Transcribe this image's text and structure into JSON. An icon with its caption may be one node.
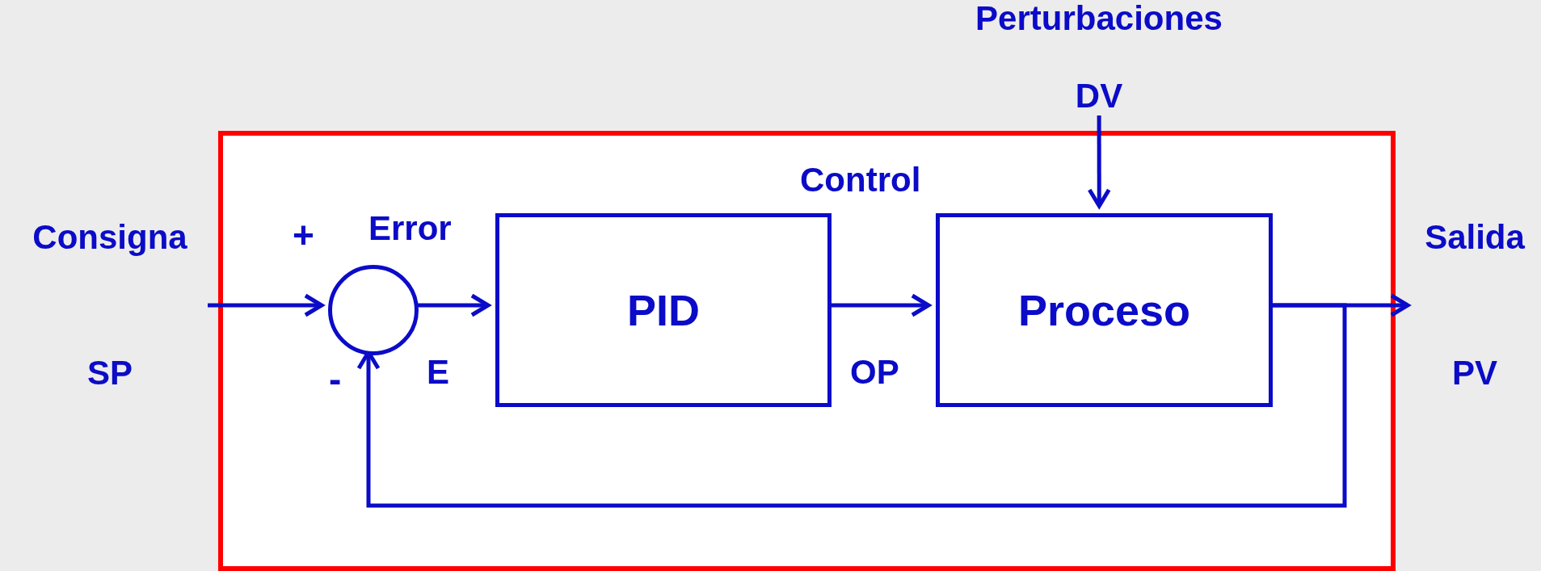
{
  "diagram": {
    "nodes": [
      {
        "text": [
          "Perturbaciones",
          "DV"
        ]
      },
      {
        "text": [],
        "shape": "box"
      },
      {
        "text": [
          "Consigna",
          "SP"
        ]
      },
      {
        "text": [],
        "shape": "circle",
        "in": 1,
        "beside": [
          "+",
          "-"
        ]
      },
      {
        "text": [
          "PID"
        ],
        "in": 1
      },
      {
        "text": [
          "Proceso"
        ],
        "in": 1
      },
      {
        "text": [
          "Salida",
          "PV"
        ]
      }
    ],
    "edges": [
      {
        "from": 2,
        "to": 3,
        "arrow": "to"
      },
      {
        "from": 3,
        "to": 4,
        "arrow": "to",
        "label": "Error"
      },
      {
        "from": 4,
        "to": 5,
        "arrow": "to",
        "label": "Control"
      },
      {
        "from": 0,
        "to": 5,
        "arrow": "to"
      },
      {
        "from": 5,
        "to": 6,
        "arrow": "to"
      },
      {
        "from": 5,
        "to": 3,
        "arrow": "to"
      }
    ],
    "labels": [
      "E",
      "OP"
    ]
  }
}
